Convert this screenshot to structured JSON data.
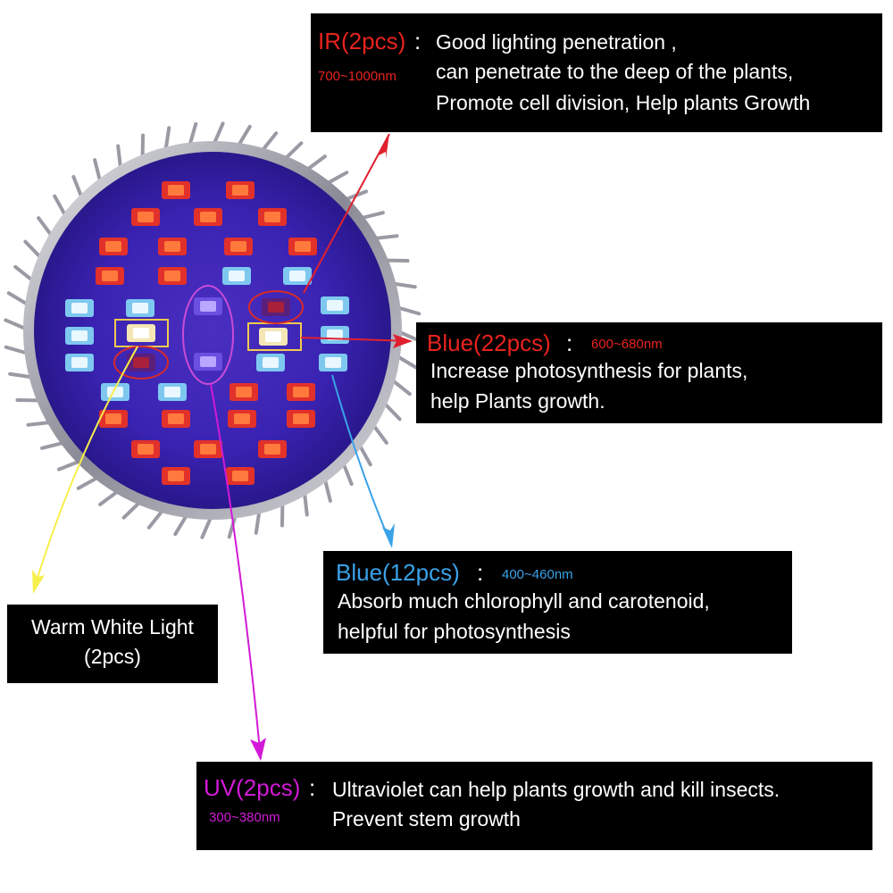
{
  "colors": {
    "ir": "#e8231e",
    "blue_red": "#e8231e",
    "blue": "#3aa2e8",
    "uv": "#d21ad6",
    "warm": "#f7ef4a",
    "box_bg": "#000000",
    "text": "#ffffff"
  },
  "ir": {
    "title": "IR(2pcs)",
    "separator": ":",
    "range": "700~1000nm",
    "lines": [
      "Good lighting penetration ,",
      "can penetrate to the deep of the plants,",
      "Promote cell division, Help plants Growth"
    ]
  },
  "red": {
    "title": "Blue(22pcs)",
    "separator": ":",
    "range": "600~680nm",
    "lines": [
      "Increase photosynthesis for plants,",
      "help Plants growth."
    ]
  },
  "blue": {
    "title": "Blue(12pcs)",
    "separator": ":",
    "range": "400~460nm",
    "lines": [
      "Absorb much chlorophyll and carotenoid,",
      "helpful for photosynthesis"
    ]
  },
  "warm": {
    "lines": [
      "Warm White Light",
      "(2pcs)"
    ]
  },
  "uv": {
    "title": "UV(2pcs)",
    "separator": ":",
    "range": "300~380nm",
    "lines": [
      "Ultraviolet can help plants growth and kill insects.",
      "Prevent stem growth"
    ]
  }
}
